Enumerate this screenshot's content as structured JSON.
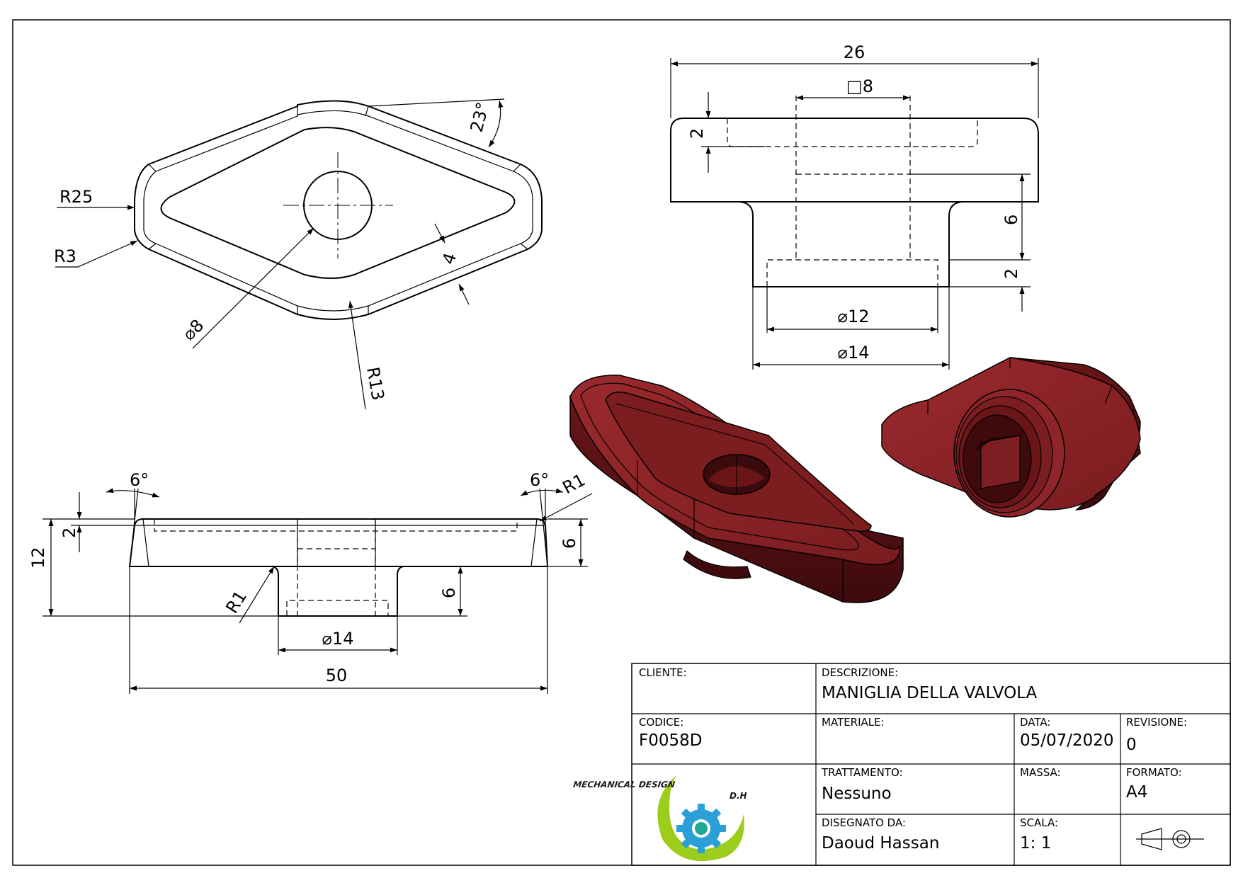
{
  "top_view": {
    "r25": "R25",
    "r3": "R3",
    "phi8": "⌀8",
    "r13": "R13",
    "angle23": "23°",
    "width4": "4"
  },
  "section_view": {
    "dim26": "26",
    "square8": "□8",
    "dim2_top": "2",
    "dim6": "6",
    "dim2_bottom": "2",
    "phi12": "⌀12",
    "phi14": "⌀14"
  },
  "front_view": {
    "angle6_left": "6°",
    "angle6_right": "6°",
    "r1_top": "R1",
    "dim2": "2",
    "dim12": "12",
    "dim6_right": "6",
    "dim6_boss": "6",
    "r1_bottom": "R1",
    "phi14": "⌀14",
    "dim50": "50"
  },
  "title_block": {
    "cliente_label": "CLIENTE:",
    "descrizione_label": "DESCRIZIONE:",
    "descrizione_value": "MANIGLIA DELLA VALVOLA",
    "codice_label": "CODICE:",
    "codice_value": "F0058D",
    "materiale_label": "MATERIALE:",
    "data_label": "DATA:",
    "data_value": "05/07/2020",
    "revisione_label": "REVISIONE:",
    "revisione_value": "0",
    "trattamento_label": "TRATTAMENTO:",
    "trattamento_value": "Nessuno",
    "massa_label": "MASSA:",
    "formato_label": "FORMATO:",
    "formato_value": "A4",
    "disegnato_label": "DISEGNATO DA:",
    "disegnato_value": "Daoud Hassan",
    "scala_label": "SCALA:",
    "scala_value": "1: 1"
  },
  "logo": {
    "line1": "MECHANICAL DESIGN",
    "line2": "D.H"
  },
  "colors": {
    "part_red": "#8b2426",
    "part_dark": "#4e0f11",
    "logo_green": "#9ccc1c",
    "logo_blue": "#2a9fd8"
  }
}
